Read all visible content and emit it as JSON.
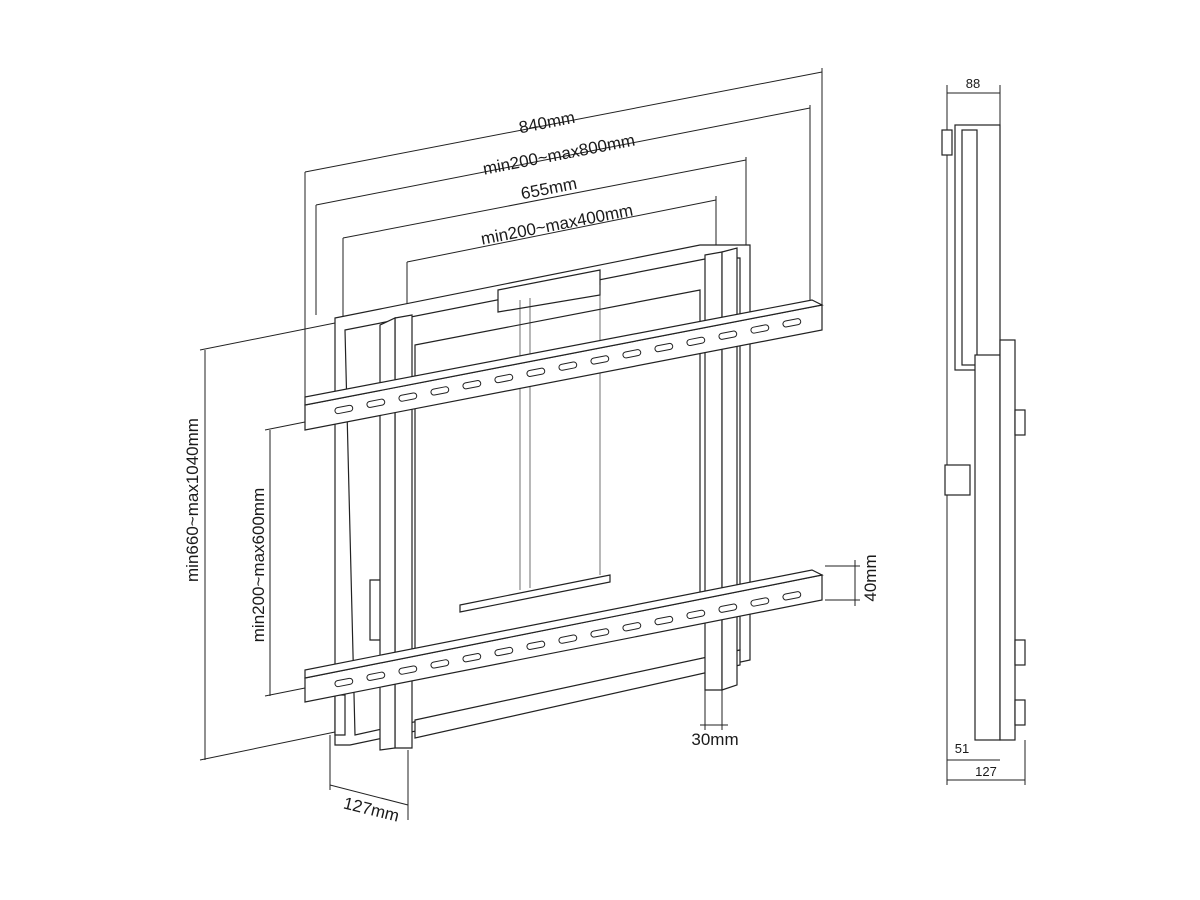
{
  "front_view": {
    "dimensions": {
      "overall_width": "840mm",
      "bar_range": "min200~max800mm",
      "frame_width": "655mm",
      "rail_range": "min200~max400mm",
      "overall_height_range": "min660~max1040mm",
      "bar_spacing_range": "min200~max600mm",
      "bar_height": "40mm",
      "rail_width": "30mm",
      "depth": "127mm"
    }
  },
  "side_view": {
    "dimensions": {
      "top_depth": "88",
      "min_depth": "51",
      "max_depth": "127"
    }
  }
}
